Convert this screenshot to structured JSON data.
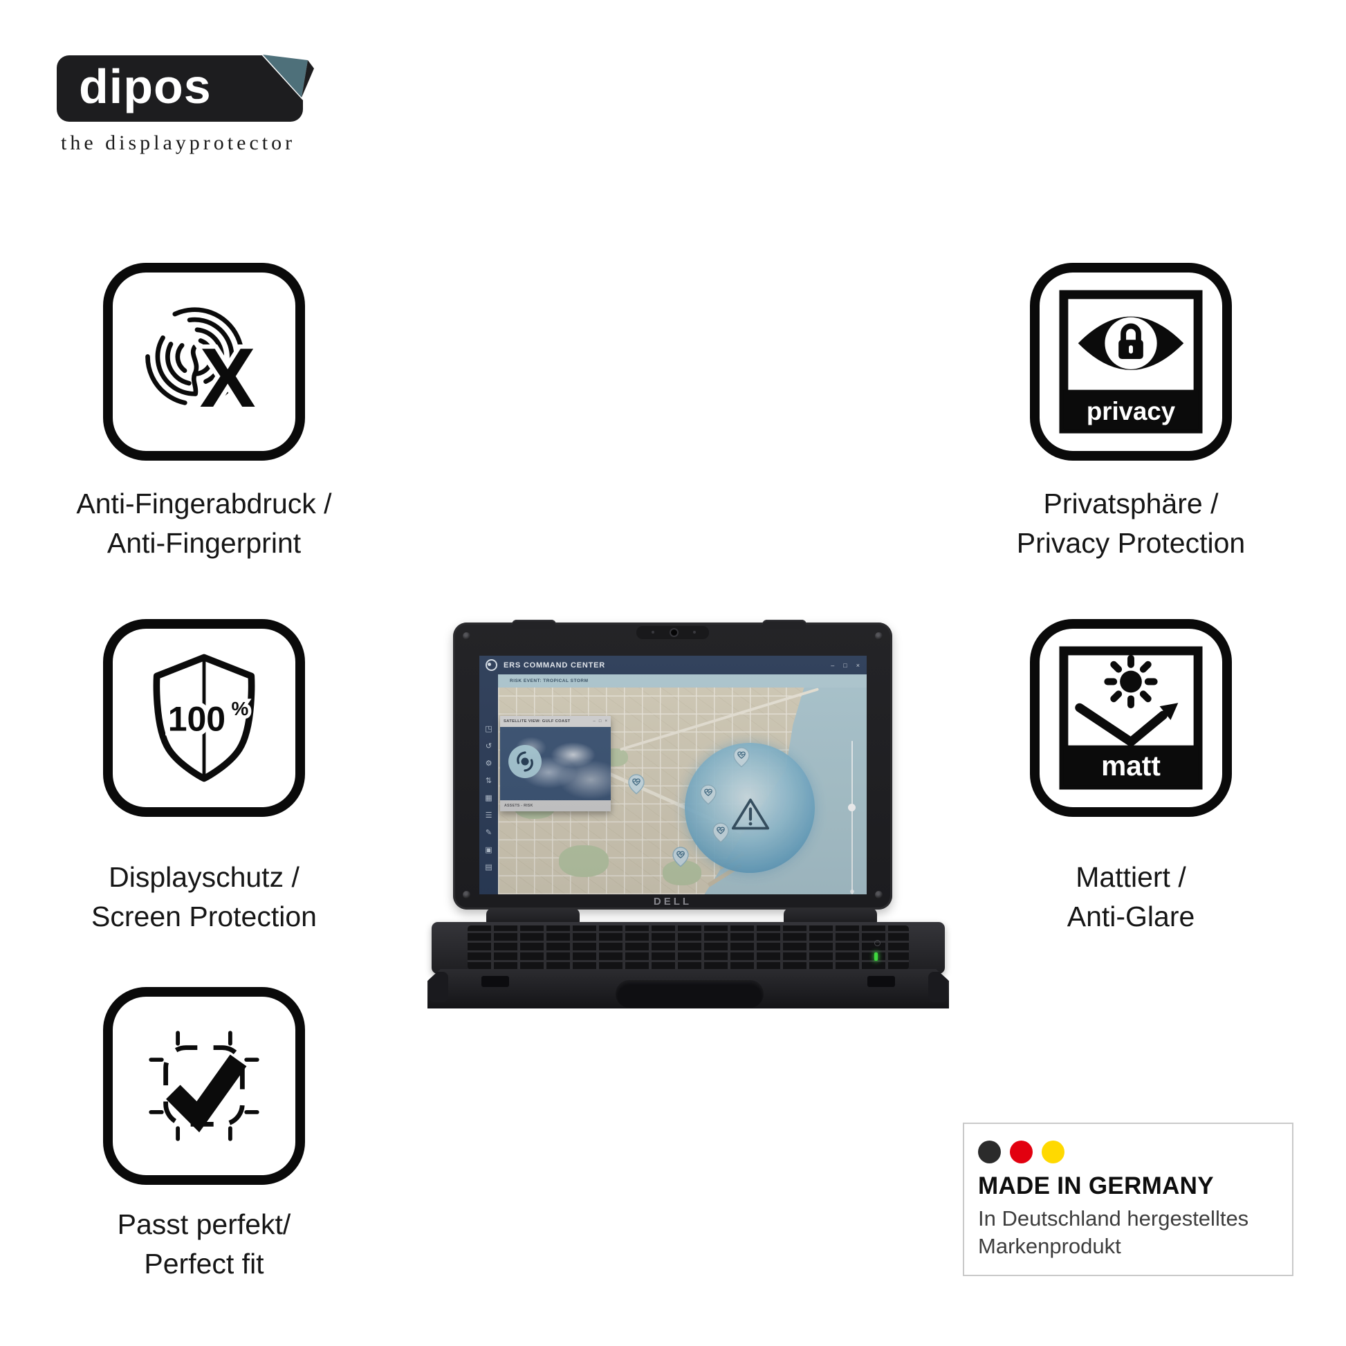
{
  "brand": {
    "logo_text": "dipos",
    "tagline": "the displayprotector",
    "fold_color": "#4e707a"
  },
  "features": {
    "anti_fingerprint": {
      "icon": "fingerprint-x-icon",
      "mark": "X",
      "line1": "Anti-Fingerabdruck /",
      "line2": "Anti-Fingerprint"
    },
    "privacy": {
      "icon": "privacy-eye-lock-icon",
      "badge": "privacy",
      "line1": "Privatsphäre /",
      "line2": "Privacy Protection"
    },
    "screen_protection": {
      "icon": "shield-100-icon",
      "value": "100",
      "unit": "%",
      "line1": "Displayschutz /",
      "line2": "Screen Protection"
    },
    "anti_glare": {
      "icon": "sun-reflect-arrow-icon",
      "badge": "matt",
      "line1": "Mattiert /",
      "line2": "Anti-Glare"
    },
    "perfect_fit": {
      "icon": "checkmark-crop-icon",
      "line1": "Passt perfekt/",
      "line2": "Perfect fit"
    }
  },
  "laptop": {
    "brand_logo": "DELL",
    "led_color": "#3fd93f",
    "screen": {
      "title": "ERS COMMAND CENTER",
      "controls": {
        "minimize": "–",
        "maximize": "□",
        "close": "×"
      },
      "alert_bar": "RISK EVENT: TROPICAL STORM",
      "sidebar_icons": [
        "◳",
        "↺",
        "⚙",
        "⇅",
        "▦",
        "☰",
        "✎",
        "▣",
        "▤"
      ],
      "satellite_window": {
        "title": "SATELLITE VIEW: GULF COAST",
        "controls": {
          "minimize": "–",
          "maximize": "□",
          "close": "×"
        },
        "footer": "ASSETS - RISK"
      }
    }
  },
  "made_in_germany": {
    "heading": "MADE IN GERMANY",
    "line1": "In Deutschland hergestelltes",
    "line2": "Markenprodukt",
    "flag_colors": [
      "#2b2b2b",
      "#e2000f",
      "#ffd900"
    ]
  }
}
